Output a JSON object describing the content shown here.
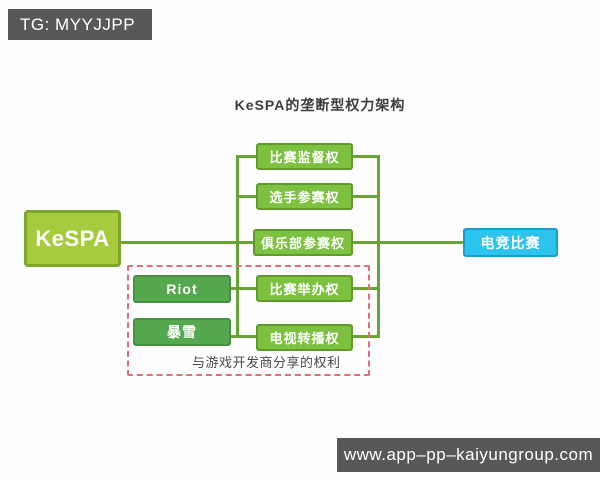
{
  "badges": {
    "telegram": "TG: MYYJJPP",
    "website": "www.app–pp–kaiyungroup.com"
  },
  "diagram": {
    "title": "KeSPA的垄断型权力架构",
    "root": {
      "label": "KeSPA"
    },
    "target": {
      "label": "电竞比赛"
    },
    "rights": [
      {
        "label": "比赛监督权"
      },
      {
        "label": "选手参赛权"
      },
      {
        "label": "俱乐部参赛权"
      },
      {
        "label": "比赛举办权"
      },
      {
        "label": "电视转播权"
      }
    ],
    "developers": [
      {
        "label": "Riot"
      },
      {
        "label": "暴雪"
      }
    ],
    "shared_note": "与游戏开发商分享的权利"
  },
  "colors": {
    "root_fill": "#a6cb3f",
    "root_border": "#7ea42c",
    "right_fill": "#7cc13f",
    "right_border": "#60992c",
    "developer_fill": "#55a84e",
    "target_fill": "#2cc4ee",
    "target_border": "#1a9dcd",
    "connector": "#68a335",
    "shared_zone_border": "#dd6e7e",
    "badge_background": "#58585a"
  }
}
